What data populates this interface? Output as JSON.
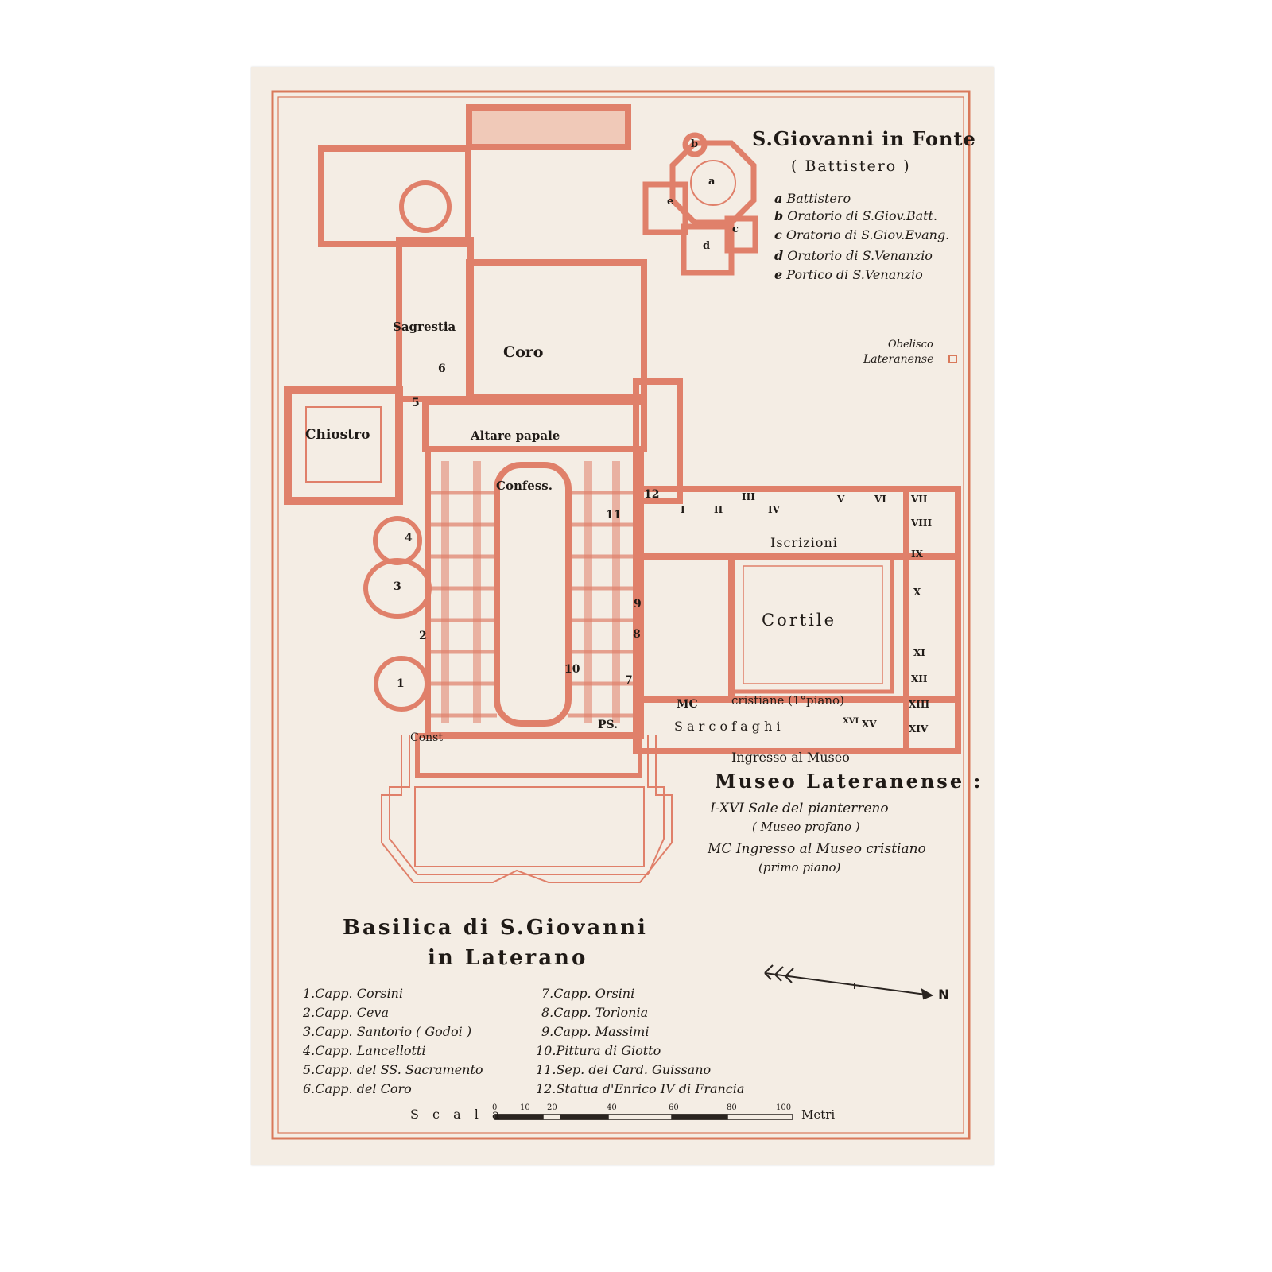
{
  "battistero": {
    "title": "S.Giovanni in Fonte",
    "subtitle": "( Battistero )",
    "legend": [
      {
        "key": "a",
        "text": "Battistero"
      },
      {
        "key": "b",
        "text": "Oratorio di S.Giov.Batt."
      },
      {
        "key": "c",
        "text": "Oratorio di S.Giov.Evang."
      },
      {
        "key": "d",
        "text": "Oratorio di S.Venanzio"
      },
      {
        "key": "e",
        "text": "Portico di S.Venanzio"
      }
    ],
    "marks": [
      "a",
      "b",
      "c",
      "d",
      "e"
    ]
  },
  "obelisco": {
    "line1": "Obelisco",
    "line2": "Lateranense"
  },
  "rooms": {
    "sagrestia": "Sagrestia",
    "coro": "Coro",
    "chiostro": "Chiostro",
    "altare": "Altare papale",
    "confess": "Confess.",
    "iscrizioni": "Iscrizioni",
    "cortile": "Cortile",
    "cristiane": "cristiane (1°piano)",
    "sarcofaghi": "S a r c o f a g h i",
    "mc": "MC",
    "ps": "PS.",
    "const": "Const",
    "ingresso": "Ingresso al Museo"
  },
  "chapel_numbers": [
    "1",
    "2",
    "3",
    "4",
    "5",
    "6",
    "7",
    "8",
    "9",
    "10",
    "11",
    "12"
  ],
  "sale": [
    "I",
    "II",
    "III",
    "IV",
    "V",
    "VI",
    "VII",
    "VIII",
    "IX",
    "X",
    "XI",
    "XII",
    "XIII",
    "XIV",
    "XV",
    "XVI"
  ],
  "museo": {
    "title": "Museo Lateranense :",
    "line1": "I-XVI Sale del pianterreno",
    "line2": "( Museo profano )",
    "line3": "MC Ingresso al Museo cristiano",
    "line4": "(primo piano)"
  },
  "basilica": {
    "line1": "Basilica di S.Giovanni",
    "line2": "in Laterano"
  },
  "legend_left": [
    "1.Capp. Corsini",
    "2.Capp. Ceva",
    "3.Capp. Santorio ( Godoi )",
    "4.Capp. Lancellotti",
    "5.Capp. del SS. Sacramento",
    "6.Capp. del Coro"
  ],
  "legend_right": [
    "7.Capp. Orsini",
    "8.Capp. Torlonia",
    "9.Capp. Massimi",
    "10.Pittura di Giotto",
    "11.Sep. del Card. Guissano",
    "12.Statua d'Enrico IV di Francia"
  ],
  "north": "N",
  "scale": {
    "label": "S c a l a",
    "ticks": [
      "0",
      "10",
      "20",
      "40",
      "60",
      "80",
      "100"
    ],
    "unit": "Metri"
  },
  "colors": {
    "paper": "#f4ede4",
    "ink": "#d9795a",
    "wall": "#e0806a",
    "text": "#1f1a16"
  }
}
